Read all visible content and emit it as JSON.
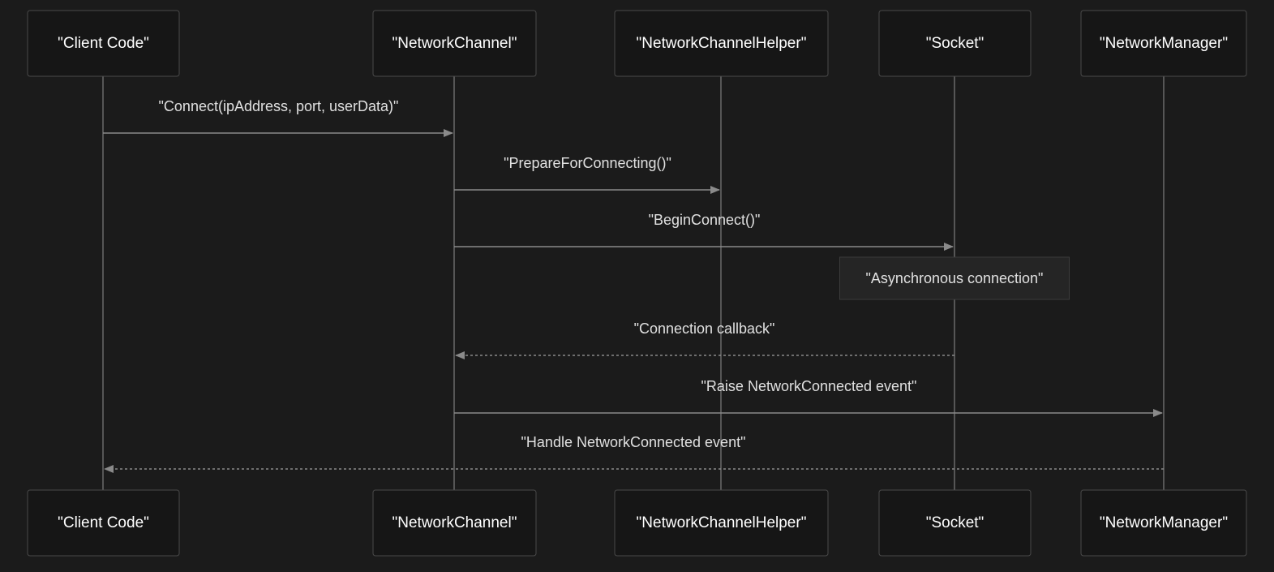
{
  "participants": [
    {
      "id": "client",
      "label": "\"Client Code\""
    },
    {
      "id": "channel",
      "label": "\"NetworkChannel\""
    },
    {
      "id": "helper",
      "label": "\"NetworkChannelHelper\""
    },
    {
      "id": "socket",
      "label": "\"Socket\""
    },
    {
      "id": "manager",
      "label": "\"NetworkManager\""
    }
  ],
  "messages": [
    {
      "from": "client",
      "to": "channel",
      "label": "\"Connect(ipAddress, port, userData)\"",
      "style": "solid"
    },
    {
      "from": "channel",
      "to": "helper",
      "label": "\"PrepareForConnecting()\"",
      "style": "solid"
    },
    {
      "from": "channel",
      "to": "socket",
      "label": "\"BeginConnect()\"",
      "style": "solid"
    },
    {
      "from": "socket",
      "to": "channel",
      "label": "\"Connection callback\"",
      "style": "dashed"
    },
    {
      "from": "channel",
      "to": "manager",
      "label": "\"Raise NetworkConnected event\"",
      "style": "solid"
    },
    {
      "from": "manager",
      "to": "client",
      "label": "\"Handle NetworkConnected event\"",
      "style": "dashed"
    }
  ],
  "note": {
    "over": "socket",
    "label": "\"Asynchronous connection\""
  }
}
